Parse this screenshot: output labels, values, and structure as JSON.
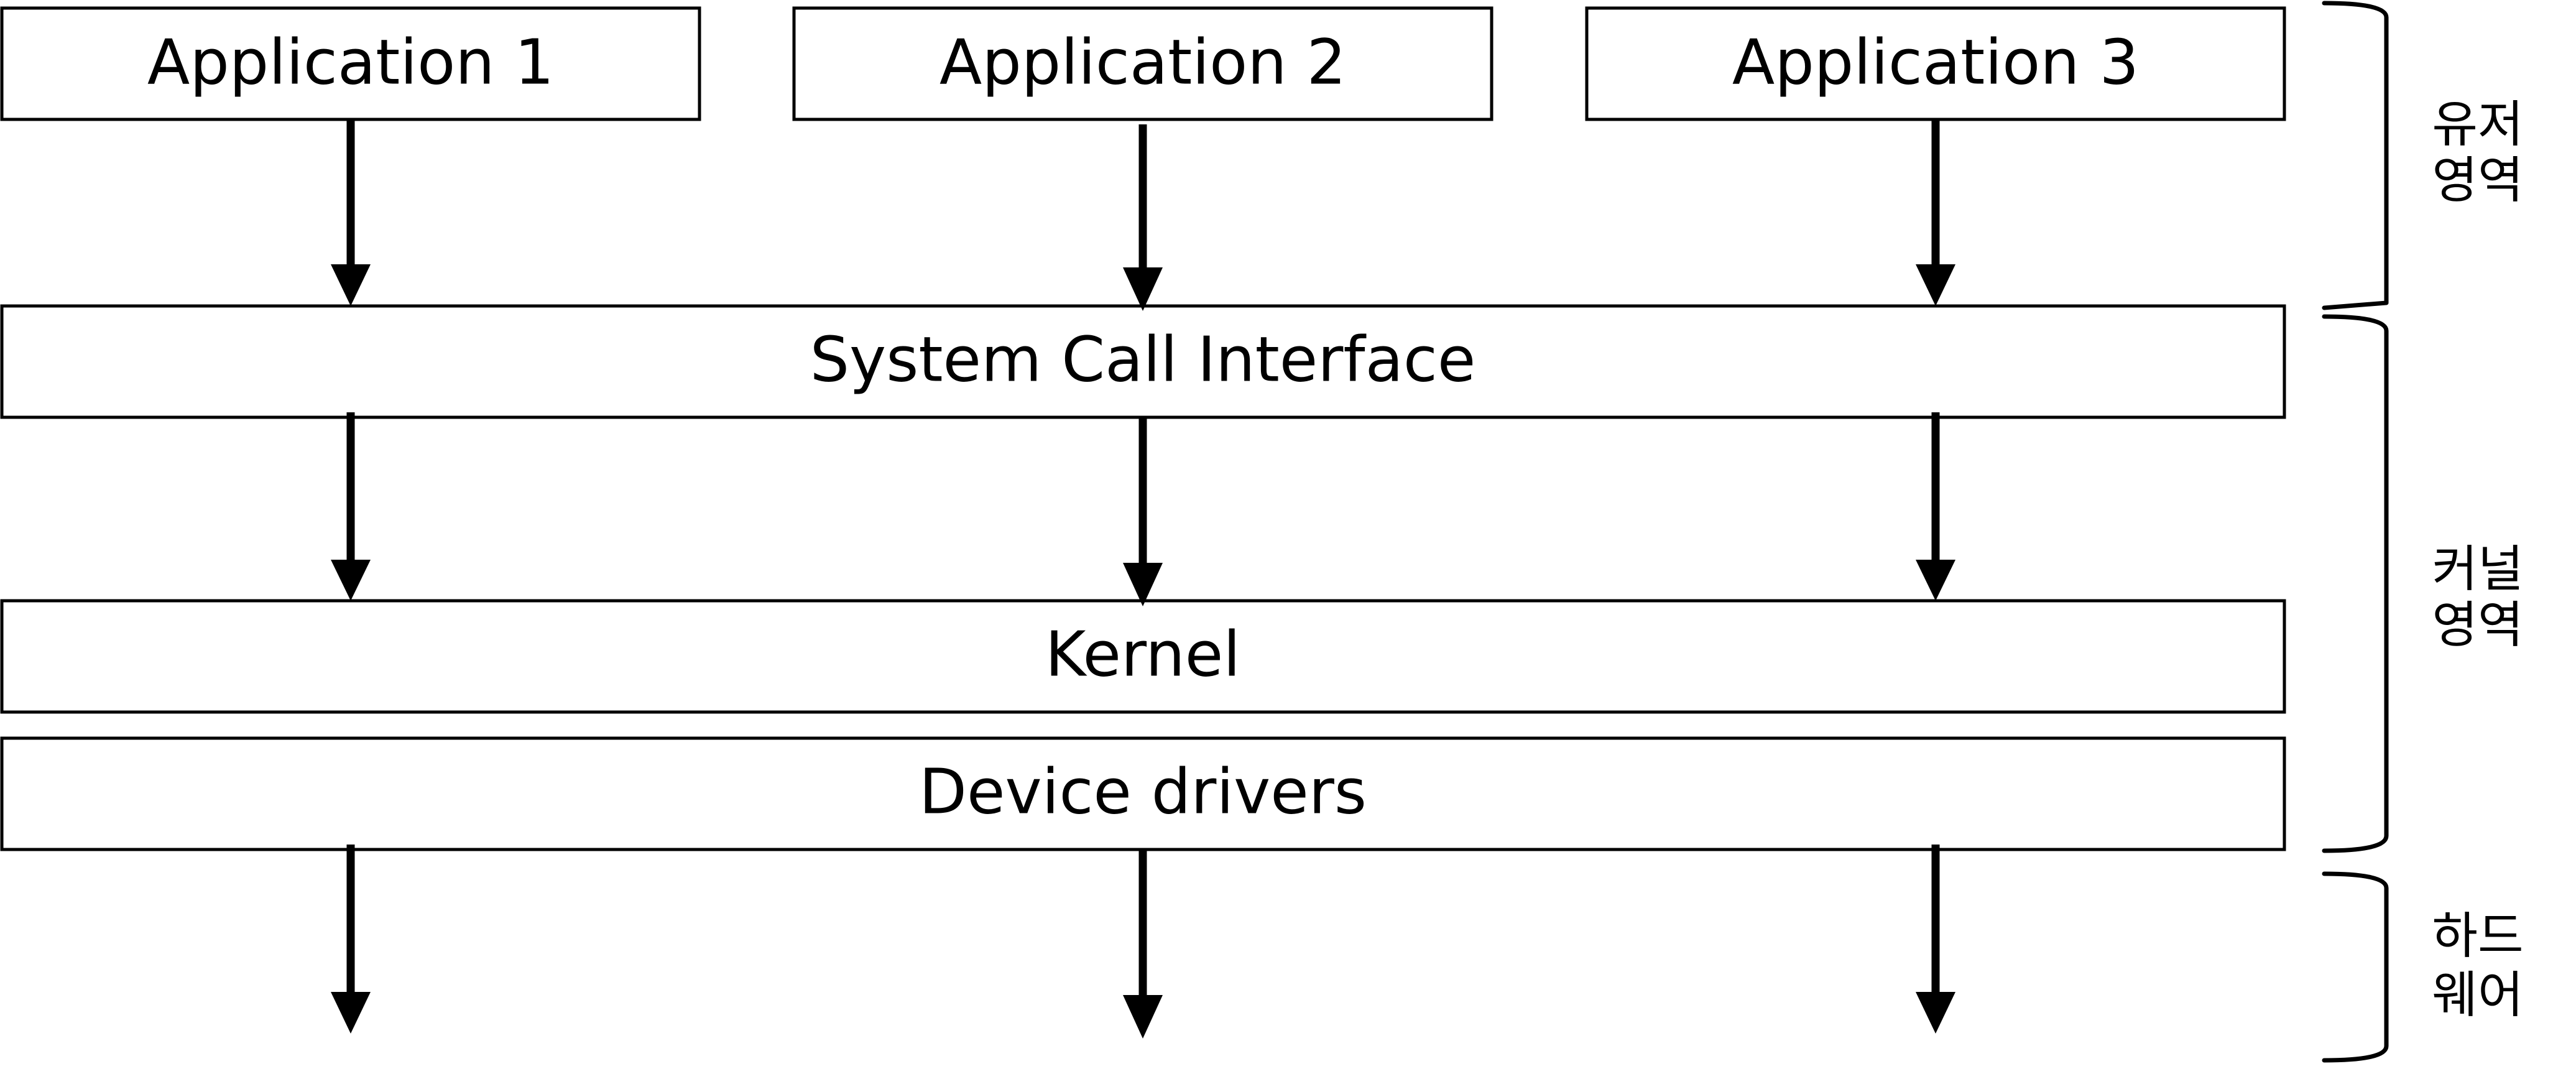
{
  "boxes": {
    "app1": "Application 1",
    "app2": "Application 2",
    "app3": "Application 3",
    "syscall": "System Call Interface",
    "kernel": "Kernel",
    "drivers": "Device drivers"
  },
  "regions": {
    "user": [
      "유저",
      "영역"
    ],
    "kernel": [
      "커널",
      "영역"
    ],
    "hardware": [
      "하드",
      "웨어"
    ]
  },
  "colors": {
    "stroke": "#000000",
    "background": "#ffffff"
  }
}
